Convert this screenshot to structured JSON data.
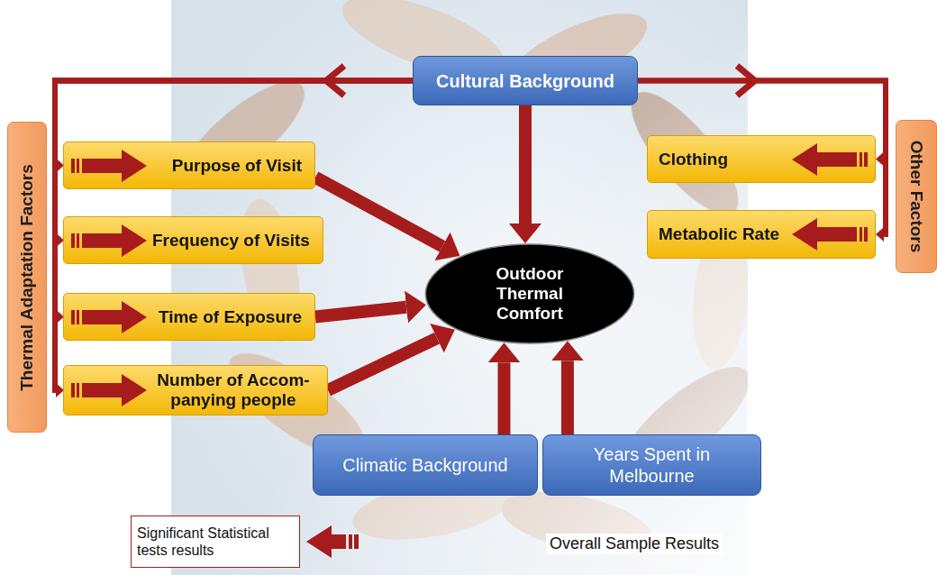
{
  "diagram": {
    "nodes": [
      {
        "text": [
          "Cultural Background"
        ]
      },
      {
        "text": [
          "Thermal Adaptation Factors"
        ]
      },
      {
        "text": [
          "Purpose of Visit"
        ]
      },
      {
        "text": [
          "Frequency of Visits"
        ]
      },
      {
        "text": [
          "Time of Exposure"
        ]
      },
      {
        "text": [
          "Number of Accom- panying people"
        ]
      },
      {
        "text": [
          "Outdoor Thermal Comfort"
        ]
      },
      {
        "text": [
          "Clothing"
        ]
      },
      {
        "text": [
          "Metabolic Rate"
        ]
      },
      {
        "text": [
          "Other Factors"
        ]
      },
      {
        "text": [
          "Climatic Background"
        ]
      },
      {
        "text": [
          "Years Spent in Melbourne"
        ]
      }
    ],
    "edges": [
      {
        "from": 0,
        "to": 2,
        "arrow": "to"
      },
      {
        "from": 0,
        "to": 3,
        "arrow": "to"
      },
      {
        "from": 0,
        "to": 4,
        "arrow": "to"
      },
      {
        "from": 0,
        "to": 5,
        "arrow": "to"
      },
      {
        "from": 0,
        "to": 7,
        "arrow": "to"
      },
      {
        "from": 0,
        "to": 8,
        "arrow": "to"
      },
      {
        "from": 0,
        "to": 6,
        "arrow": "to"
      },
      {
        "from": 2,
        "to": 6,
        "arrow": "to"
      },
      {
        "from": 4,
        "to": 6,
        "arrow": "to"
      },
      {
        "from": 5,
        "to": 6,
        "arrow": "to"
      },
      {
        "from": 10,
        "to": 6,
        "arrow": "to"
      },
      {
        "from": 11,
        "to": 6,
        "arrow": "to"
      }
    ],
    "labels": [
      "Overall Sample Results"
    ],
    "legend": [
      {
        "text": "Significant Statistical tests results"
      }
    ]
  }
}
